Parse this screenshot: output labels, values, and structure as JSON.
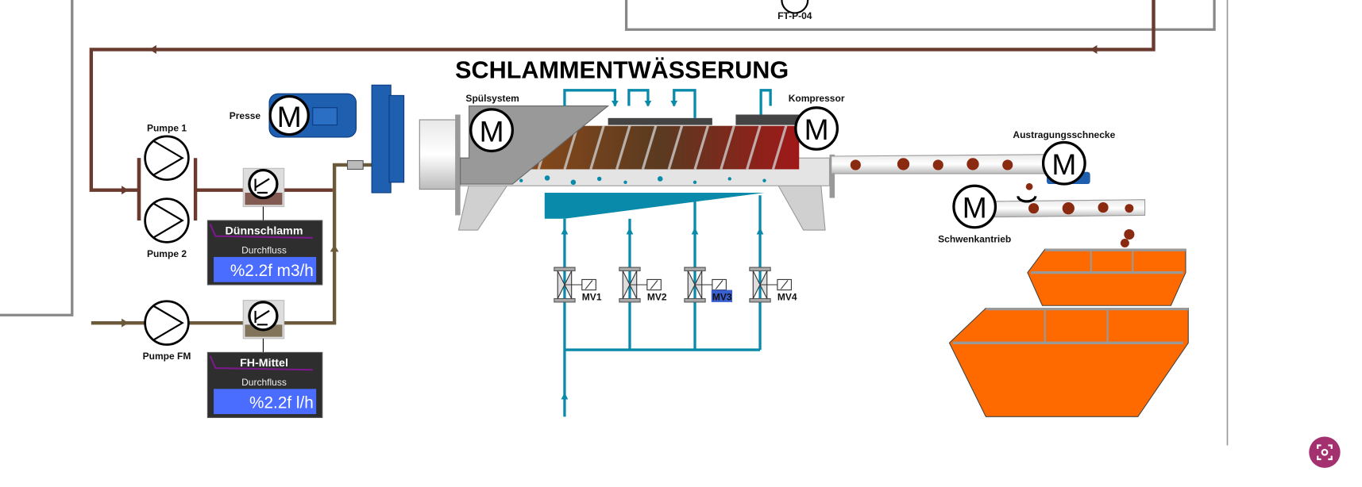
{
  "title": "SCHLAMMENTWÄSSERUNG",
  "top_instrument": {
    "label": "FT-P-04"
  },
  "pumps": [
    {
      "label": "Pumpe 1"
    },
    {
      "label": "Pumpe 2"
    },
    {
      "label": "Pumpe FM"
    }
  ],
  "motors": {
    "press": {
      "label": "Presse",
      "glyph": "M"
    },
    "rinse": {
      "label": "Spülsystem",
      "glyph": "M"
    },
    "compressor": {
      "label": "Kompressor",
      "glyph": "M"
    },
    "discharge": {
      "label": "Austragungsschnecke",
      "glyph": "M"
    },
    "swivel": {
      "label": "Schwenkantrieb",
      "glyph": "M"
    }
  },
  "flow_panels": [
    {
      "title": "Dünnschlamm",
      "subtitle": "Durchfluss",
      "value": "%2.2f m3/h"
    },
    {
      "title": "FH-Mittel",
      "subtitle": "Durchfluss",
      "value": "%2.2f l/h"
    }
  ],
  "valves": [
    {
      "label": "MV1",
      "selected": false
    },
    {
      "label": "MV2",
      "selected": false
    },
    {
      "label": "MV3",
      "selected": true
    },
    {
      "label": "MV4",
      "selected": false
    }
  ],
  "colors": {
    "sludge_line": "#6b3a2e",
    "agent_line": "#6b5a3a",
    "water_line": "#0a8aaa",
    "press_blue": "#1f5fb0",
    "container": "#ff6a00",
    "panel_bg": "#2e2e2e",
    "value_bg": "#4a6cff",
    "fab": "#a3316f"
  },
  "icons": {
    "fab": "screen-capture-icon"
  }
}
